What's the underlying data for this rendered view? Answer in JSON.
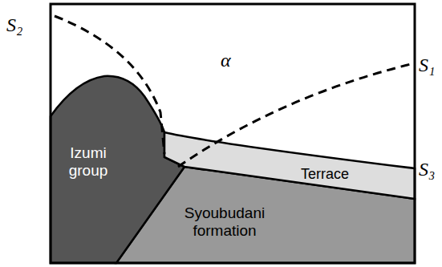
{
  "diagram": {
    "labels": [
      "S₂",
      "α",
      "S₁",
      "S₃",
      "Izumi group",
      "Terrace",
      "Syoubudani formation"
    ]
  }
}
